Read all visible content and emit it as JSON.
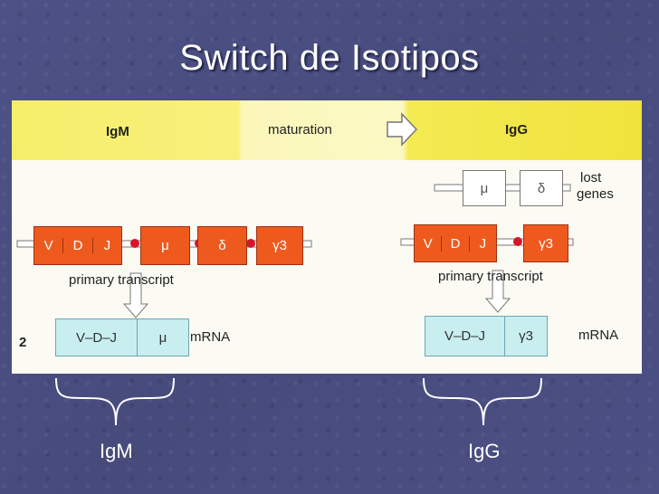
{
  "slide": {
    "title": "Switch de Isotipos"
  },
  "figure": {
    "band": {
      "left": "IgM",
      "middle": "maturation",
      "right": "IgG"
    },
    "left_gene": {
      "segments": [
        "V",
        "D",
        "J"
      ],
      "mu": "μ",
      "delta": "δ",
      "gamma3": "γ3"
    },
    "right_gene": {
      "segments": [
        "V",
        "D",
        "J"
      ],
      "gamma3": "γ3"
    },
    "lost_genes": {
      "mu": "μ",
      "delta": "δ",
      "label_line1": "lost",
      "label_line2": "genes"
    },
    "primary_transcript_label": "primary transcript",
    "left_mrna": {
      "vdj": "V–D–J",
      "constant": "μ",
      "label": "mRNA"
    },
    "right_mrna": {
      "vdj": "V–D–J",
      "constant": "γ3",
      "label": "mRNA"
    },
    "panel_number": "2"
  },
  "brackets": {
    "left_label": "IgM",
    "right_label": "IgG"
  }
}
